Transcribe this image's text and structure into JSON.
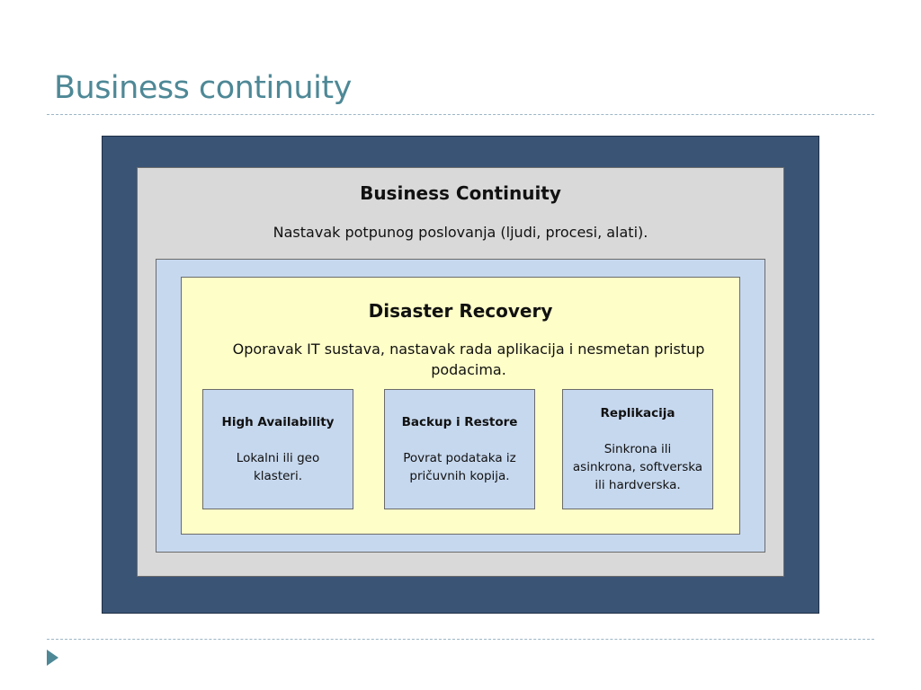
{
  "slide": {
    "title": "Business continuity"
  },
  "diagram": {
    "business_continuity": {
      "title": "Business Continuity",
      "description": "Nastavak potpunog poslovanja (ljudi, procesi, alati)."
    },
    "disaster_recovery": {
      "title": "Disaster Recovery",
      "description": "Oporavak IT sustava, nastavak rada aplikacija i nesmetan pristup podacima."
    },
    "components": [
      {
        "title": "High Availability",
        "description": "Lokalni ili geo klasteri."
      },
      {
        "title": "Backup i Restore",
        "description": "Povrat podataka iz pričuvnih kopija."
      },
      {
        "title": "Replikacija",
        "description": "Sinkrona ili asinkrona, softverska ili hardverska."
      }
    ]
  },
  "colors": {
    "title": "#4e8896",
    "outer_frame": "#3a5476",
    "business_continuity_fill": "#d9d9d9",
    "disaster_recovery_band": "#c6d8ee",
    "disaster_recovery_fill": "#fefec8",
    "component_fill": "#c6d8ee"
  },
  "icons": {
    "bullet": "play-triangle-icon"
  }
}
